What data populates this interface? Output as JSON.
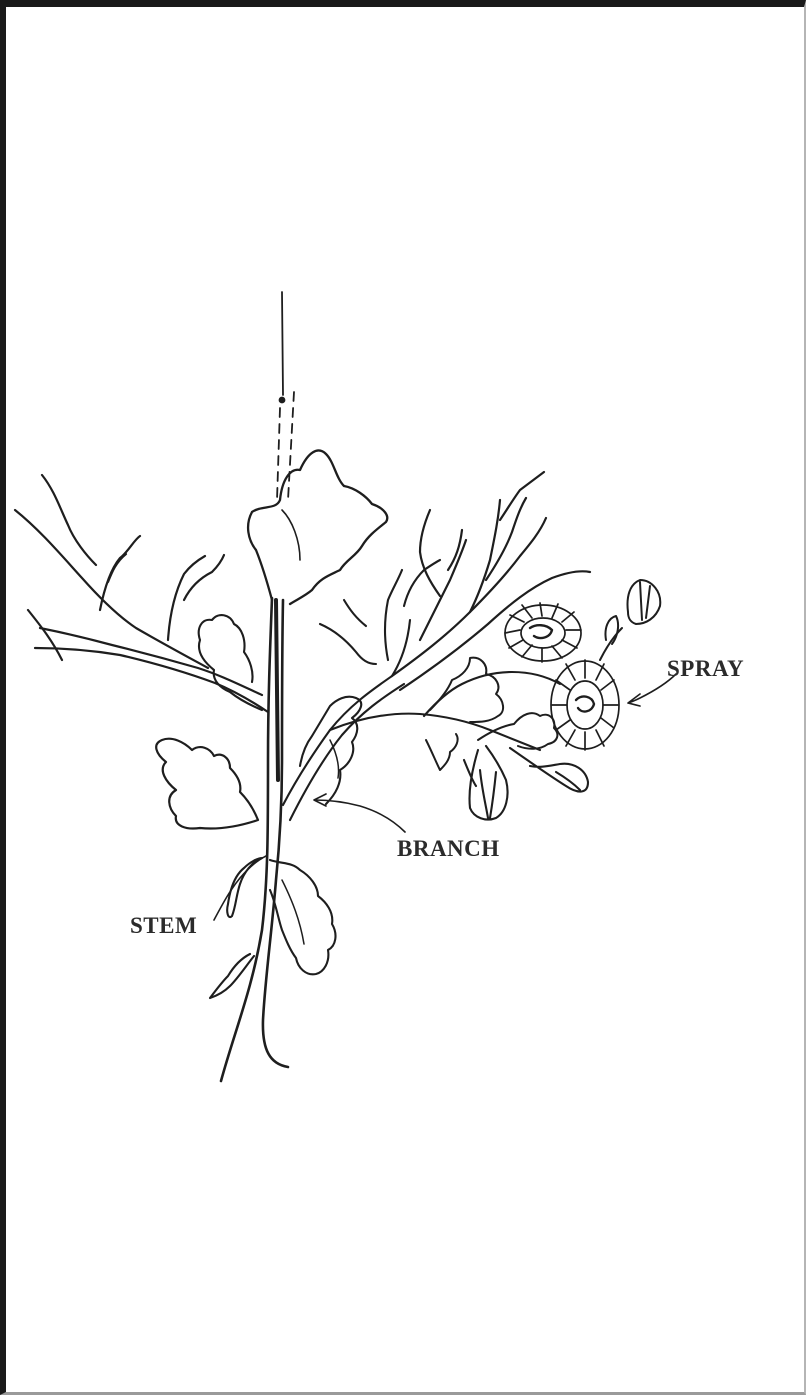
{
  "labels": {
    "spray": "SPRAY",
    "branch": "BRANCH",
    "stem": "STEM"
  },
  "colors": {
    "ink": "#1e1e1e",
    "paper": "#ffffff",
    "border": "#1a1a1a"
  }
}
